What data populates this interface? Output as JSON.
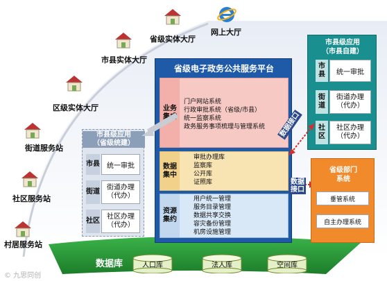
{
  "houses": [
    "村居服务站",
    "社区服务站",
    "街道服务站",
    "区级实体大厅",
    "市县实体大厅",
    "省级实体大厅",
    "网上大厅"
  ],
  "central": {
    "title": "省级电子政务公共服务平台",
    "sections": [
      {
        "label": "业务集成",
        "items": [
          "门户网站系统",
          "行政审批系统（省级/市县）",
          "统一监察系统",
          "政务服务事项梳理与管理系统"
        ]
      },
      {
        "label": "数据集中",
        "items": [
          "审批办理库",
          "监察库",
          "公开库",
          "证照库"
        ]
      },
      {
        "label": "资源集约",
        "items": [
          "用户统一管理",
          "服务目录管理",
          "数据共享交换",
          "容灾备份管理",
          "机房设施管理"
        ]
      }
    ]
  },
  "left_panel": {
    "title_line1": "市县级应用",
    "title_line2": "（省级统建）",
    "rows": [
      {
        "label": "市县",
        "value": "统一审批"
      },
      {
        "label": "街道",
        "value1": "街道办理",
        "value2": "（代办）"
      },
      {
        "label": "社区",
        "value1": "社区办理",
        "value2": "（代办）"
      }
    ]
  },
  "right_panel": {
    "title_line1": "市县级应用",
    "title_line2": "（市县自建）",
    "rows": [
      {
        "label": "市县",
        "value": "统一审批"
      },
      {
        "label": "街道",
        "value1": "街道办理",
        "value2": "（代办）"
      },
      {
        "label": "社区",
        "value1": "社区办理",
        "value2": "（代办）"
      }
    ]
  },
  "interface_label": "数据接口",
  "interface_label_line1": "数据",
  "interface_label_line2": "接口",
  "departments": {
    "title_line1": "省级部门",
    "title_line2": "系统",
    "items": [
      "垂管系统",
      "自主办理系统"
    ]
  },
  "database": {
    "label": "数据库",
    "items": [
      "人口库",
      "法人库",
      "空间库"
    ]
  },
  "watermark": "© 九思同创",
  "colors": {
    "platform_blue": "#1f5aa8",
    "right_panel_teal": "#1a8f8f",
    "departments_orange": "#f08a2a",
    "database_green": "#2a9a3a",
    "interface_red": "#d23030"
  }
}
